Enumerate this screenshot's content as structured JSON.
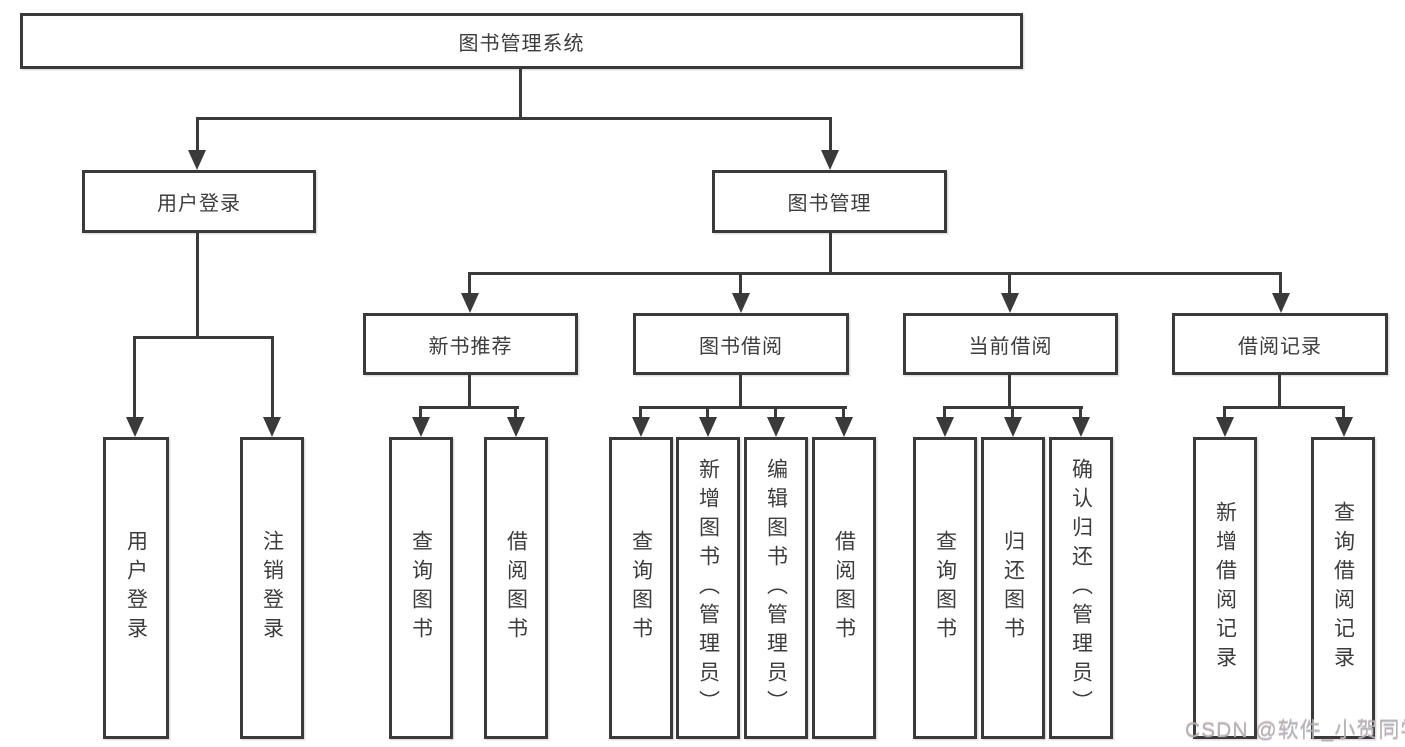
{
  "nodes": {
    "root": "图书管理系统",
    "user_login": "用户登录",
    "book_management": "图书管理",
    "new_book_rec": "新书推荐",
    "book_borrowing": "图书借阅",
    "current_borrowing": "当前借阅",
    "borrowing_records": "借阅记录",
    "leaves": {
      "user_login": [
        "用户登录",
        "注销登录"
      ],
      "new_book_rec": [
        "查询图书",
        "借阅图书"
      ],
      "book_borrowing": [
        "查询图书",
        "新增图书（管理员）",
        "编辑图书（管理员）",
        "借阅图书"
      ],
      "current_borrowing": [
        "查询图书",
        "归还图书",
        "确认归还（管理员）"
      ],
      "borrowing_records": [
        "新增借阅记录",
        "查询借阅记录"
      ]
    }
  },
  "watermark": "CSDN @软件_小贺同学",
  "colors": {
    "line": "#3a3a3a",
    "text": "#3d3d3d",
    "watermark": "#b4b4b4",
    "background": "#ffffff"
  }
}
